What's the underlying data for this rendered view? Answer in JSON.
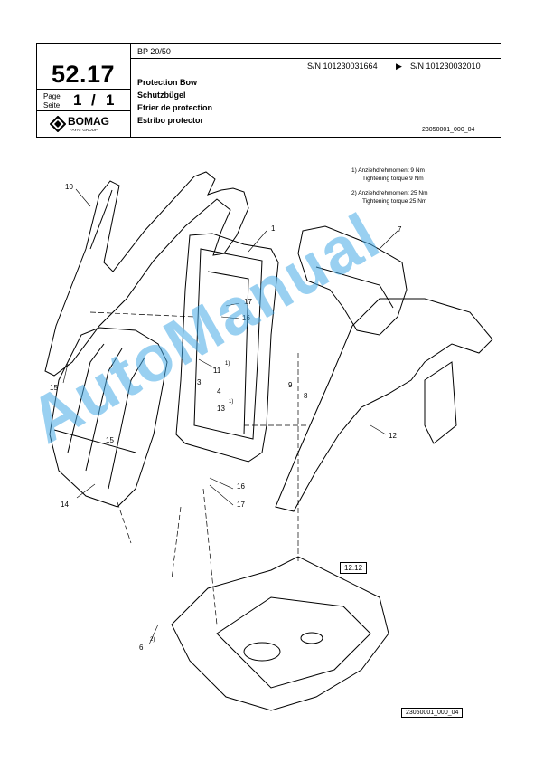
{
  "header": {
    "page_number": "52.17",
    "model": "BP 20/50",
    "serial_range": {
      "from": "S/N 101230031664",
      "arrow": "▶",
      "to": "S/N 101230032010"
    },
    "page_label_1": "Page",
    "page_label_2": "Seite",
    "page_index": "1",
    "page_sep": "/",
    "page_total": "1",
    "title_en": "Protection Bow",
    "title_de": "Schutzbügel",
    "title_fr": "Etrier de protection",
    "title_es": "Estribo protector",
    "drawing_id": "23050001_000_04",
    "brand": "BOMAG",
    "brand_sub": "FAYAT GROUP"
  },
  "notes": {
    "n1_de": "1)  Anziehdrehmoment 9 Nm",
    "n1_en": "Tightening torque 9 Nm",
    "n2_de": "2)  Anziehdrehmoment 25 Nm",
    "n2_en": "Tightening torque 25 Nm"
  },
  "callouts": {
    "c10": "10",
    "c1": "1",
    "c7": "7",
    "c17a": "17",
    "c16a": "16",
    "c11": "11",
    "c11s": "1)",
    "c3": "3",
    "c4": "4",
    "c13": "13",
    "c13s": "1)",
    "c9": "9",
    "c8": "8",
    "c12": "12",
    "c15a": "15",
    "c15b": "15",
    "c14": "14",
    "c16b": "16",
    "c17b": "17",
    "c6": "6",
    "c6s": "2)"
  },
  "ref_box": "12.12",
  "footer_id": "23050001_000_04",
  "watermark": "AutoManual"
}
